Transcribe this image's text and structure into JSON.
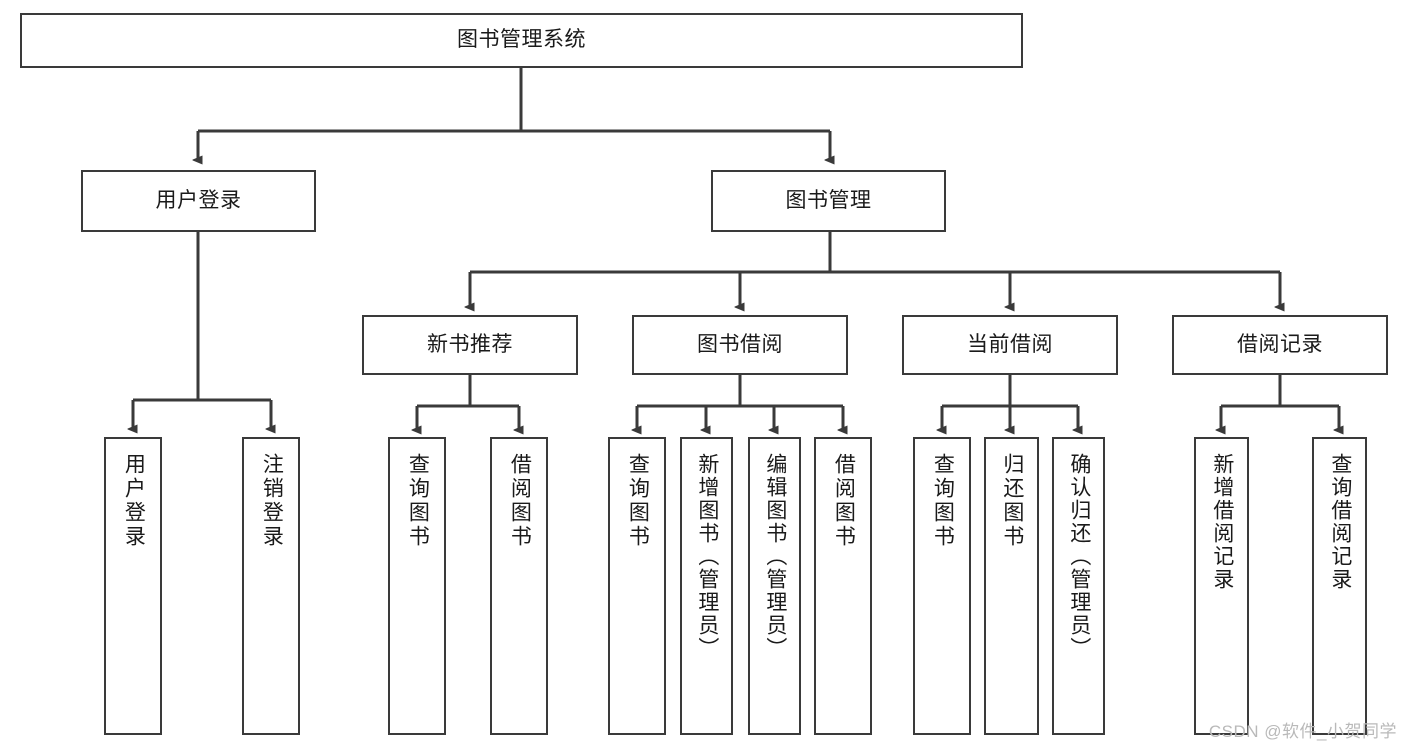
{
  "diagram": {
    "type": "tree-hierarchy-chart",
    "title": "图书管理系统",
    "watermark": "CSDN @软件_小贺同学",
    "colors": {
      "box_border": "#3a3a3a",
      "box_fill": "#ffffff",
      "connector": "#3a3a3a",
      "text": "#1a1a1a",
      "watermark": "#b9b9b9",
      "background": "#ffffff"
    },
    "levels": {
      "root": {
        "label": "图书管理系统"
      },
      "level2": [
        {
          "label": "用户登录"
        },
        {
          "label": "图书管理"
        }
      ],
      "level3": [
        {
          "label": "新书推荐"
        },
        {
          "label": "图书借阅"
        },
        {
          "label": "当前借阅"
        },
        {
          "label": "借阅记录"
        }
      ],
      "leaves": {
        "user_login": [
          {
            "label": "用户登录"
          },
          {
            "label": "注销登录"
          }
        ],
        "new_book_recommend": [
          {
            "label": "查询图书"
          },
          {
            "label": "借阅图书"
          }
        ],
        "book_borrow": [
          {
            "label": "查询图书"
          },
          {
            "label": "新增图书（管理员）"
          },
          {
            "label": "编辑图书（管理员）"
          },
          {
            "label": "借阅图书"
          }
        ],
        "current_borrow": [
          {
            "label": "查询图书"
          },
          {
            "label": "归还图书"
          },
          {
            "label": "确认归还（管理员）"
          }
        ],
        "borrow_record": [
          {
            "label": "新增借阅记录"
          },
          {
            "label": "查询借阅记录"
          }
        ]
      }
    }
  }
}
